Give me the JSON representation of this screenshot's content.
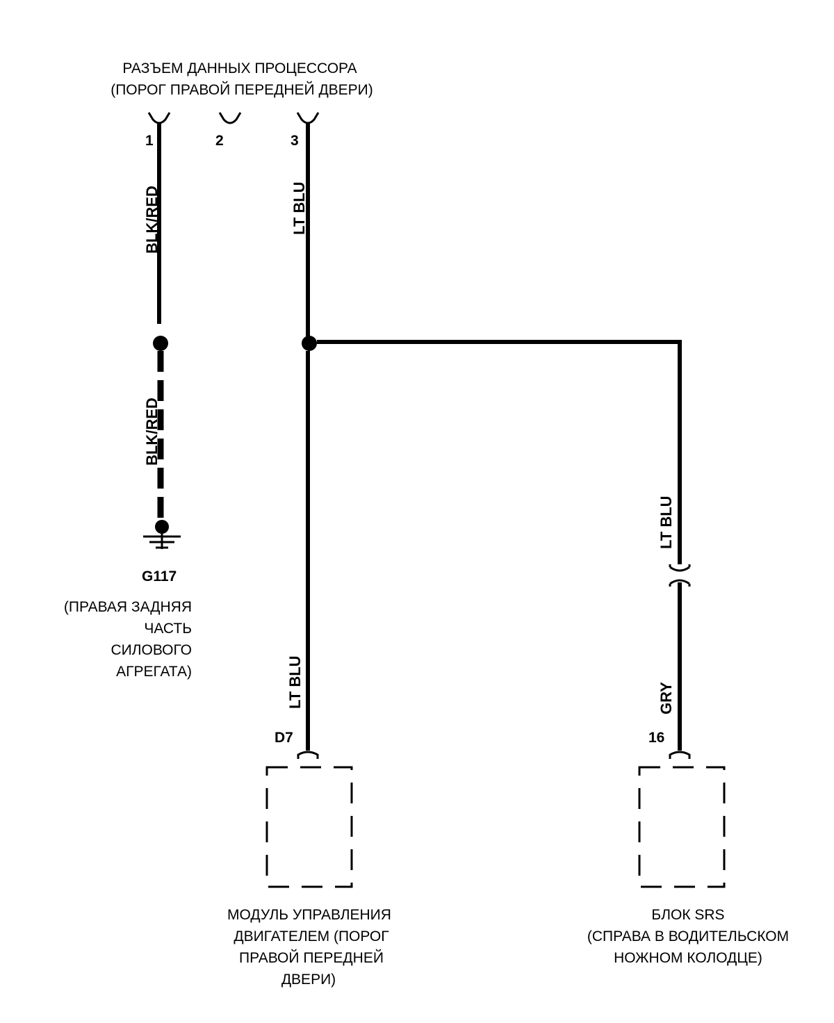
{
  "header": {
    "line1": "РАЗЪЕМ ДАННЫХ ПРОЦЕССОРА",
    "line2": "(ПОРОГ ПРАВОЙ ПЕРЕДНЕЙ ДВЕРИ)"
  },
  "pins": {
    "p1": "1",
    "p2": "2",
    "p3": "3",
    "d7": "D7",
    "p16": "16"
  },
  "wires": {
    "blk_red_top": "BLK/RED",
    "blk_red_bottom": "BLK/RED",
    "lt_blu_top": "LT BLU",
    "lt_blu_ecm": "LT BLU",
    "lt_blu_srs": "LT BLU",
    "gry_srs": "GRY"
  },
  "ground": {
    "id": "G117",
    "desc": [
      "(ПРАВАЯ ЗАДНЯЯ",
      "ЧАСТЬ",
      "СИЛОВОГО",
      "АГРЕГАТА)"
    ]
  },
  "ecm": {
    "desc": [
      "МОДУЛЬ УПРАВЛЕНИЯ",
      "ДВИГАТЕЛЕМ (ПОРОГ",
      "ПРАВОЙ ПЕРЕДНЕЙ",
      "ДВЕРИ)"
    ]
  },
  "srs": {
    "desc": [
      "БЛОК SRS",
      "(СПРАВА В ВОДИТЕЛЬСКОМ",
      "НОЖНОМ КОЛОДЦЕ)"
    ]
  }
}
